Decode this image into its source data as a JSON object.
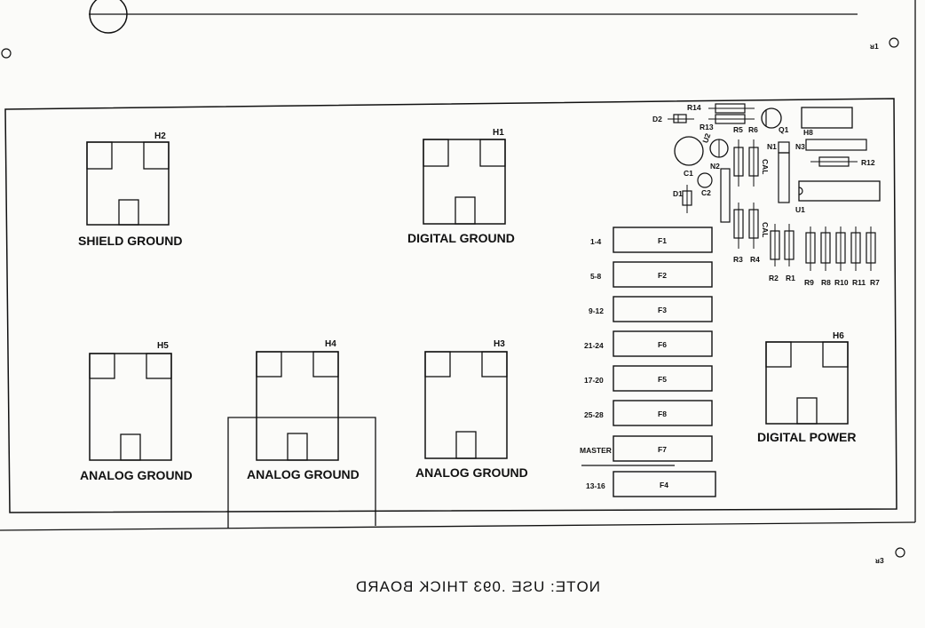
{
  "mounting_holes": {
    "h1": {
      "ref": "H1",
      "caption": "DIGITAL GROUND"
    },
    "h2": {
      "ref": "H2",
      "caption": "SHIELD GROUND"
    },
    "h3": {
      "ref": "H3",
      "caption": "ANALOG GROUND"
    },
    "h4": {
      "ref": "H4",
      "caption": "ANALOG GROUND"
    },
    "h5": {
      "ref": "H5",
      "caption": "ANALOG GROUND"
    },
    "h6": {
      "ref": "H6",
      "caption": "DIGITAL POWER"
    }
  },
  "fuses": [
    {
      "group": "1-4",
      "ref": "F1"
    },
    {
      "group": "5-8",
      "ref": "F2"
    },
    {
      "group": "9-12",
      "ref": "F3"
    },
    {
      "group": "21-24",
      "ref": "F6"
    },
    {
      "group": "17-20",
      "ref": "F5"
    },
    {
      "group": "25-28",
      "ref": "F8"
    },
    {
      "group": "MASTER",
      "ref": "F7"
    },
    {
      "group": "13-16",
      "ref": "F4"
    }
  ],
  "components": {
    "d1": "D1",
    "d2": "D2",
    "c1": "C1",
    "c2": "C2",
    "u1": "U1",
    "u2": "U2",
    "q1": "Q1",
    "n1": "N1",
    "n2": "N2",
    "n3": "N3",
    "h8": "H8",
    "r1": "R1",
    "r2": "R2",
    "r3": "R3",
    "r4": "R4",
    "r5": "R5",
    "r6": "R6",
    "r7": "R7",
    "r8": "R8",
    "r9": "R9",
    "r10": "R10",
    "r11": "R11",
    "r12": "R12",
    "r13": "R13",
    "r14": "R14",
    "cal_top": "CAL",
    "cal_bottom": "CAL"
  },
  "corner_marks": {
    "top_right": "ᴚ1",
    "bottom_right": "ᴚ3"
  },
  "note": "NOTE: USE .093 THICK BOARD"
}
